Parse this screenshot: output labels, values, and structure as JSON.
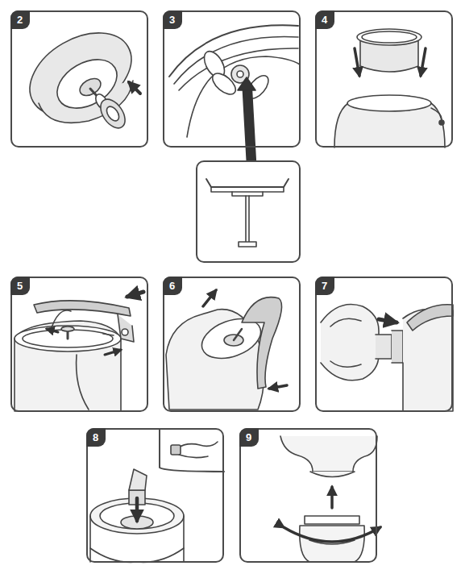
{
  "diagram": {
    "nodes": [
      {
        "text": [
          "2"
        ]
      },
      {
        "text": [
          "3"
        ]
      },
      {
        "text": [
          "4"
        ]
      },
      {
        "text": [
          "5"
        ]
      },
      {
        "text": [
          "6"
        ]
      },
      {
        "text": [
          "7"
        ]
      },
      {
        "text": [
          "8"
        ]
      },
      {
        "text": [
          "9"
        ]
      }
    ]
  }
}
